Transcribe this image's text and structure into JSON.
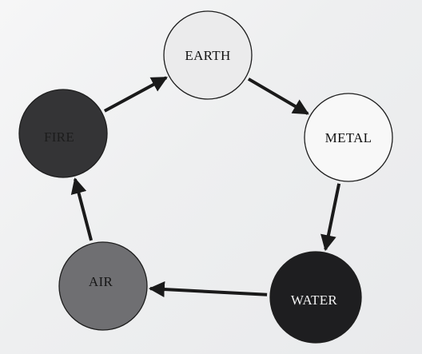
{
  "diagram": {
    "nodes": [
      {
        "id": "earth",
        "label": "EARTH",
        "fill": "#ebebec",
        "text_color": "#111111"
      },
      {
        "id": "metal",
        "label": "METAL",
        "fill": "#f8f8f8",
        "text_color": "#111111"
      },
      {
        "id": "water",
        "label": "WATER",
        "fill": "#1e1e20",
        "text_color": "#f2f2f2"
      },
      {
        "id": "air",
        "label": "AIR",
        "fill": "#6f6f72",
        "text_color": "#161616"
      },
      {
        "id": "fire",
        "label": "FIRE",
        "fill": "#343436",
        "text_color": "#1c1c1c"
      }
    ],
    "edges": [
      {
        "from": "earth",
        "to": "metal"
      },
      {
        "from": "metal",
        "to": "water"
      },
      {
        "from": "water",
        "to": "air"
      },
      {
        "from": "air",
        "to": "fire"
      },
      {
        "from": "fire",
        "to": "earth"
      }
    ],
    "colors": {
      "arrow": "#1a1a1a",
      "node_stroke": "#1e1e1e"
    }
  }
}
